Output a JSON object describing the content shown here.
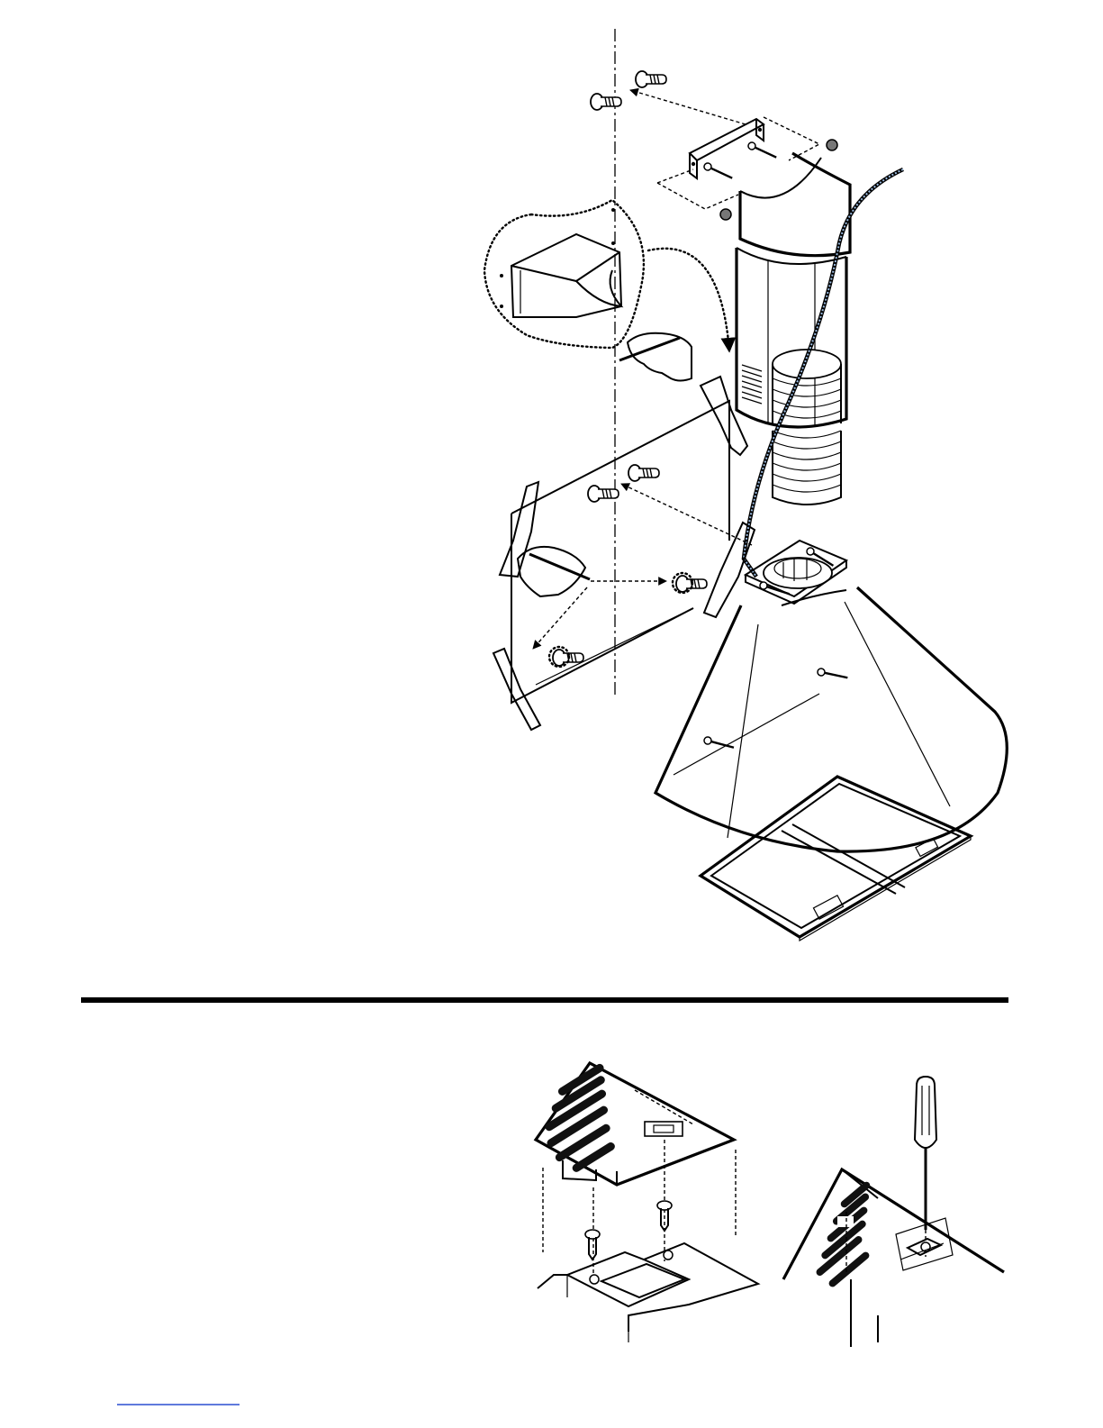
{
  "figures": {
    "top": {
      "name": "chimney-hood-exploded-installation"
    },
    "bottom_left": {
      "name": "motor-housing-screw-fixing"
    },
    "bottom_right": {
      "name": "motor-housing-screwdriver-tightening"
    }
  },
  "colors": {
    "line": "#000000",
    "cable_highlight": "#9bbbe0",
    "background": "#ffffff"
  }
}
